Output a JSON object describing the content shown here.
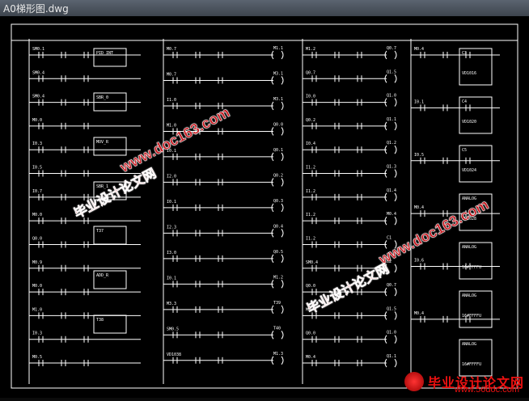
{
  "window": {
    "title": "A0梯形图.dwg"
  },
  "watermark": {
    "url": "www.doc163.com",
    "cn": "毕业设计论文网",
    "corner_cn": "毕业设计论文网",
    "corner_url": "www.56doc.com"
  },
  "labels": {
    "c1": [
      "SM0.1",
      "SM0.4",
      "SM0.4",
      "M0.0",
      "I0.3",
      "I0.5",
      "I0.7",
      "M0.0",
      "Q0.0",
      "M0.9",
      "M0.0",
      "M1.0",
      "I0.3",
      "M0.5"
    ],
    "c1_blocks": [
      "PID_INT",
      "SBR_0",
      "MOV_R",
      "SBR_1",
      "T37",
      "ADD_R",
      "T38"
    ],
    "c2": [
      "M0.7",
      "M0.7",
      "I1.0",
      "M1.0",
      "I0.1",
      "I2.0",
      "I0.1",
      "I2.3",
      "I3.0",
      "I0.1",
      "M3.3",
      "SM0.5",
      "VD1038"
    ],
    "c2_outputs": [
      "M1.1",
      "M3.1",
      "M3.1",
      "Q0.0",
      "Q0.1",
      "Q0.2",
      "Q0.3",
      "Q0.4",
      "Q0.5",
      "M1.2",
      "T39",
      "T40",
      "M1.3"
    ],
    "c3": [
      "M1.2",
      "Q0.7",
      "I0.0",
      "Q0.2",
      "I0.4",
      "I1.2",
      "I1.2",
      "I1.2",
      "I1.2",
      "SM0.4",
      "Q0.0",
      "M0.4",
      "Q0.0",
      "M0.4"
    ],
    "c3_outputs": [
      "Q0.7",
      "Q1.5",
      "Q1.0",
      "Q1.1",
      "Q1.2",
      "Q1.3",
      "Q1.4",
      "M0.4",
      "C1",
      "C2"
    ],
    "c4": [
      "M0.4",
      "I0.1",
      "I0.5",
      "M0.4",
      "I0.6",
      "M0.4"
    ],
    "c4_blocks": [
      "C3",
      "C4",
      "C5",
      "ANALOG",
      "ANALOG",
      "ANALOG",
      "ANALOG"
    ],
    "c4_values": [
      "VD1016",
      "VD1020",
      "VD1024",
      "VD1028",
      "16#FFFFU",
      "16#FFFFU",
      "16#FFFFU"
    ]
  }
}
